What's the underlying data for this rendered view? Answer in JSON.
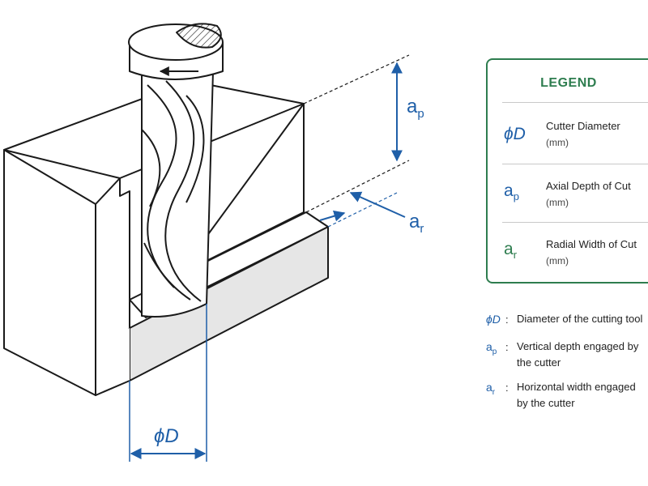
{
  "figure": {
    "labels": {
      "ap_symbol": "a",
      "ap_sub": "p",
      "ar_symbol": "a",
      "ar_sub": "r",
      "diameter": "ϕD"
    }
  },
  "legend": {
    "title": "LEGEND",
    "items": [
      {
        "symbol": "ϕD",
        "sub": "",
        "label": "Cutter Diameter",
        "unit": "(mm)"
      },
      {
        "symbol": "a",
        "sub": "p",
        "label": "Axial Depth of Cut",
        "unit": "(mm)"
      },
      {
        "symbol": "a",
        "sub": "r",
        "label": "Radial Width of Cut",
        "unit": "(mm)"
      }
    ]
  },
  "notes": [
    {
      "symbol": "ϕD",
      "sub": "",
      "line1": "Diameter of the cutting tool",
      "line2": ""
    },
    {
      "symbol": "a",
      "sub": "p",
      "line1": "Vertical depth engaged by",
      "line2": "the cutter"
    },
    {
      "symbol": "a",
      "sub": "r",
      "line1": "Horizontal width engaged",
      "line2": "by the cutter"
    }
  ],
  "colors": {
    "dimension": "#1f5fa8",
    "legend_accent": "#2e7d4f",
    "outline": "#1a1a1a",
    "slot_fill": "#e6e6e6"
  }
}
